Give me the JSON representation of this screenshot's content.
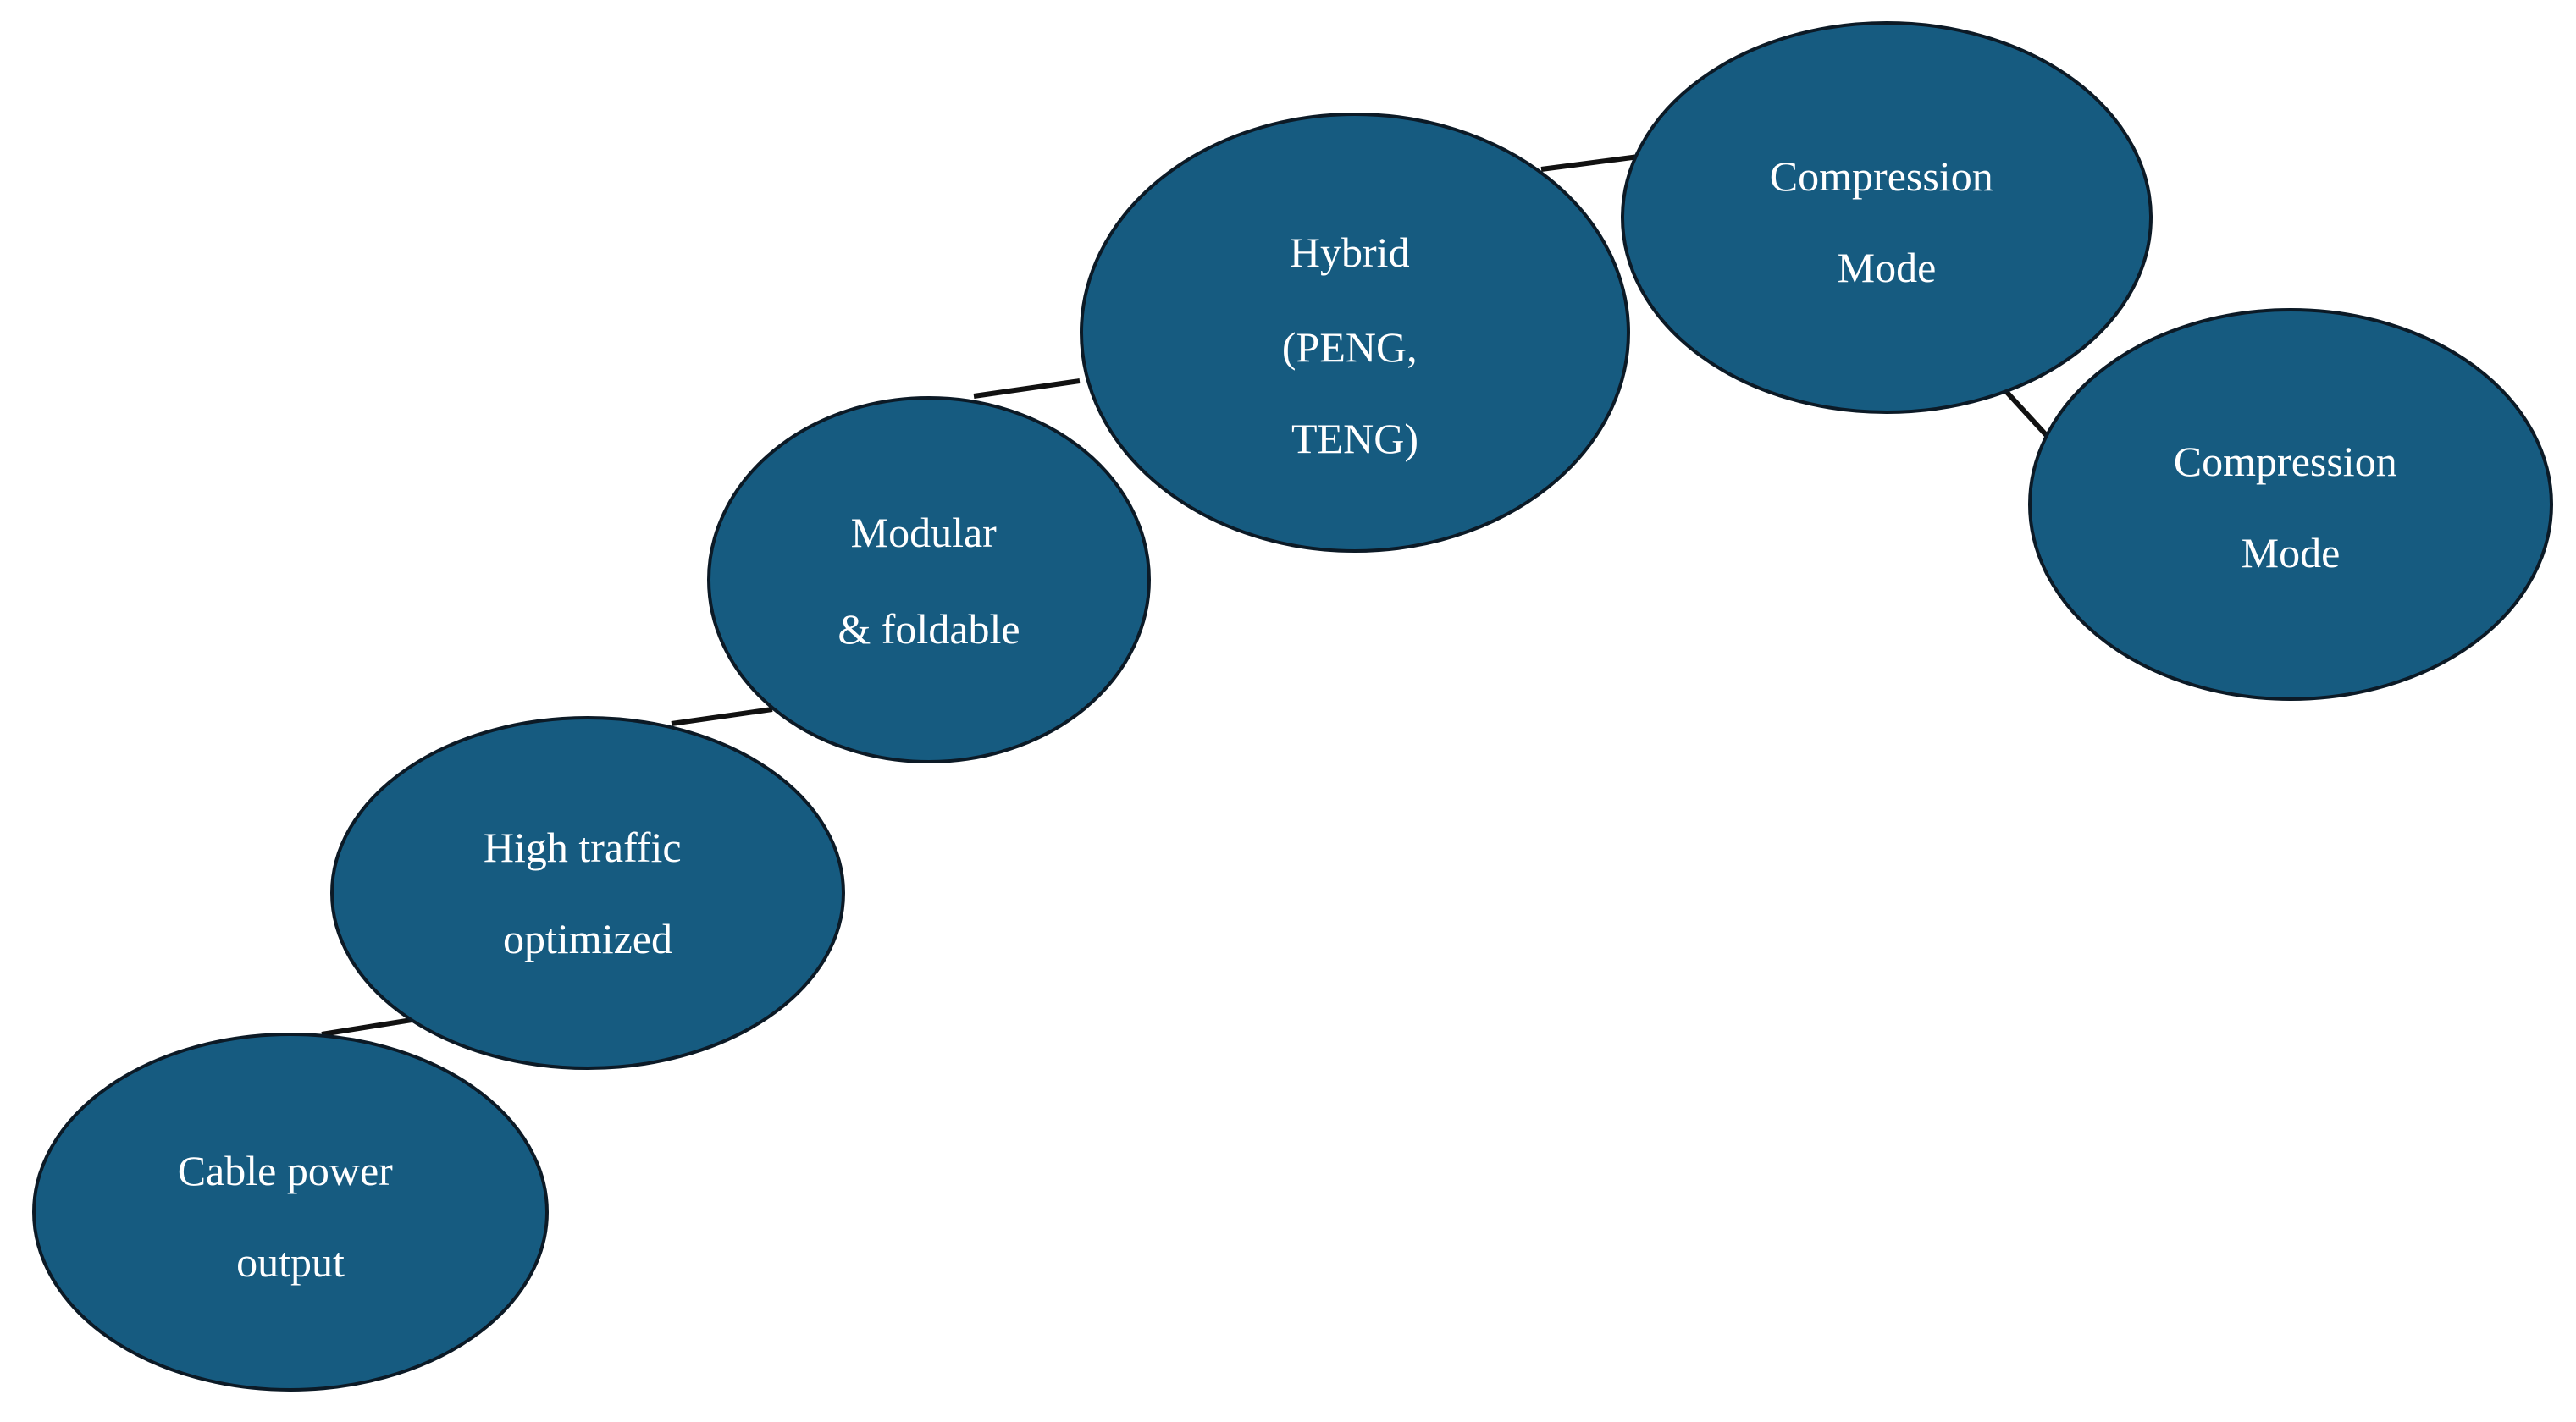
{
  "colors": {
    "node_fill": "#165b80",
    "node_stroke": "#0c1a26",
    "connector": "#111111",
    "label_text": "#ffffff",
    "background": "#ffffff"
  },
  "nodes": [
    {
      "id": "cable-power-output",
      "lines": [
        "Cable power",
        "output"
      ]
    },
    {
      "id": "high-traffic-optimized",
      "lines": [
        "High traffic",
        "optimized"
      ]
    },
    {
      "id": "modular-foldable",
      "lines": [
        "Modular",
        "& foldable"
      ]
    },
    {
      "id": "hybrid-peng-teng",
      "lines": [
        "Hybrid",
        "(PENG,",
        "TENG)"
      ]
    },
    {
      "id": "compression-mode-1",
      "lines": [
        "Compression",
        "Mode"
      ]
    },
    {
      "id": "compression-mode-2",
      "lines": [
        "Compression",
        "Mode"
      ]
    }
  ],
  "edges": [
    {
      "from": "cable-power-output",
      "to": "high-traffic-optimized"
    },
    {
      "from": "high-traffic-optimized",
      "to": "modular-foldable"
    },
    {
      "from": "modular-foldable",
      "to": "hybrid-peng-teng"
    },
    {
      "from": "hybrid-peng-teng",
      "to": "compression-mode-1"
    },
    {
      "from": "compression-mode-1",
      "to": "compression-mode-2"
    }
  ]
}
